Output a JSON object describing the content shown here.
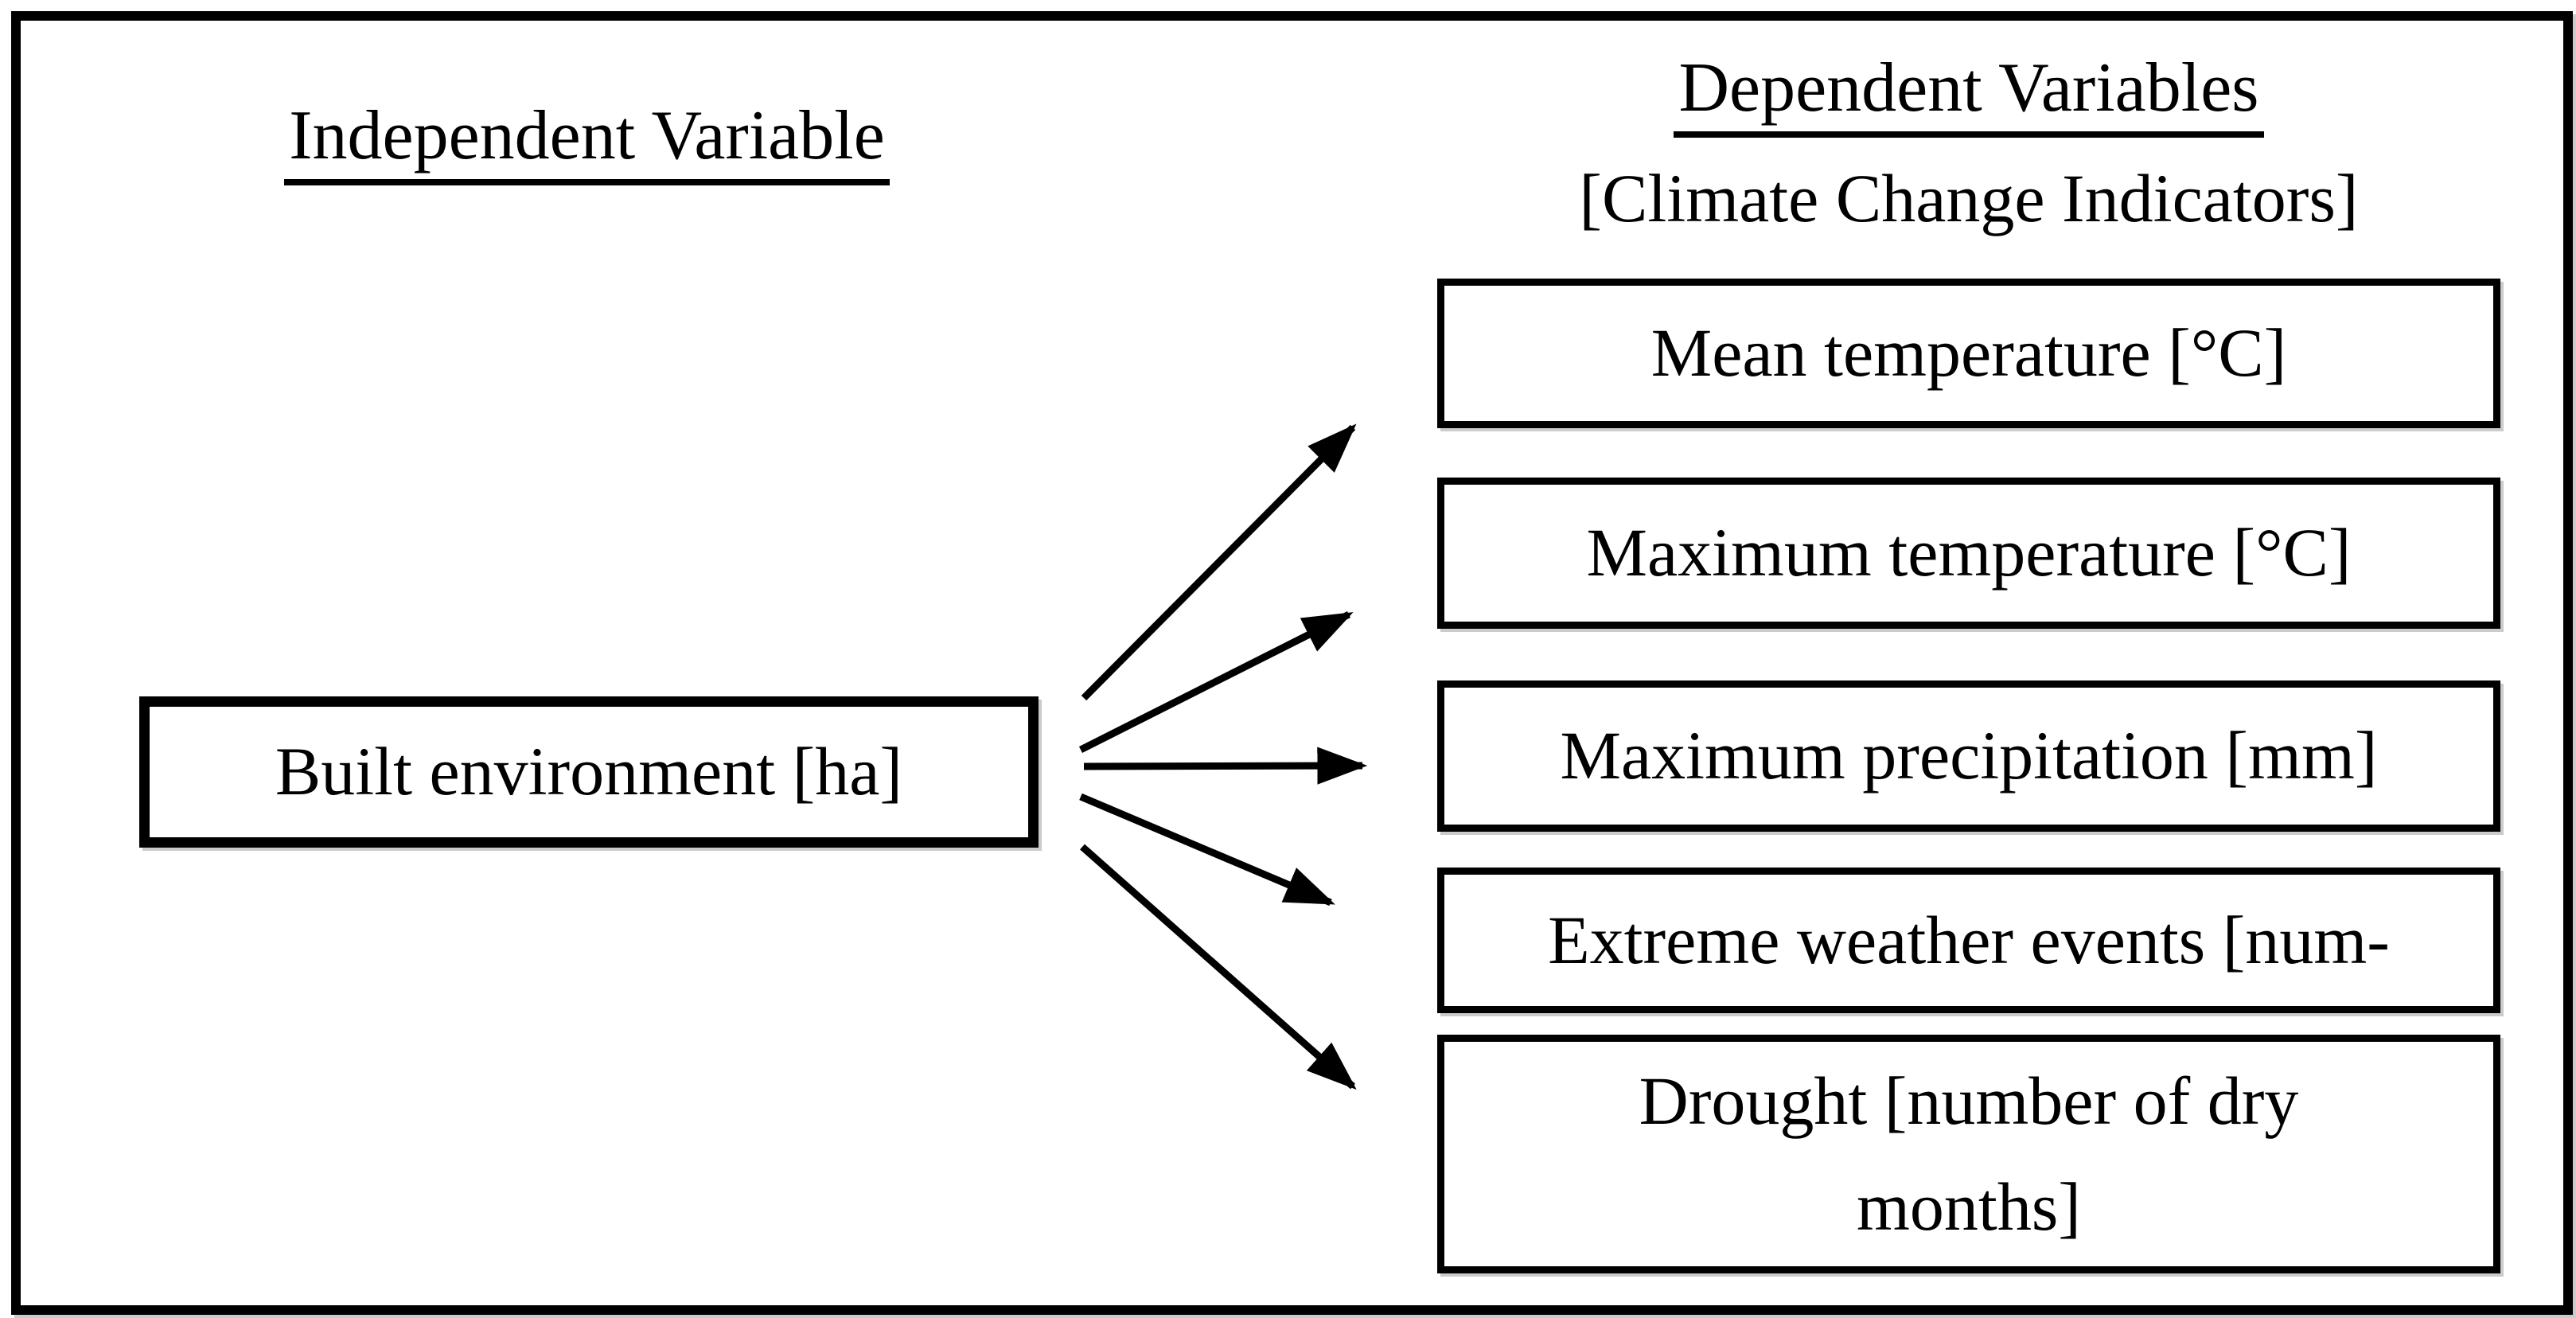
{
  "diagram": {
    "left_heading": "Independent Variable",
    "right_heading": "Dependent Variables",
    "right_subheading": "[Climate Change Indicators]",
    "independent": {
      "label": "Built environment [ha]"
    },
    "dependents": [
      {
        "label": "Mean temperature [°C]"
      },
      {
        "label": "Maximum temperature [°C]"
      },
      {
        "label": "Maximum precipitation [mm]"
      },
      {
        "label": "Extreme weather events [num-"
      },
      {
        "label": "Drought [number of dry\nmonths]"
      }
    ],
    "edges": [
      {
        "from": "Built environment [ha]",
        "to": "Mean temperature [°C]"
      },
      {
        "from": "Built environment [ha]",
        "to": "Maximum temperature [°C]"
      },
      {
        "from": "Built environment [ha]",
        "to": "Maximum precipitation [mm]"
      },
      {
        "from": "Built environment [ha]",
        "to": "Extreme weather events [num-"
      },
      {
        "from": "Built environment [ha]",
        "to": "Drought [number of dry months]"
      }
    ]
  },
  "colors": {
    "ink": "#000000",
    "background": "#ffffff",
    "box_shadow": "#8c8c8c"
  }
}
